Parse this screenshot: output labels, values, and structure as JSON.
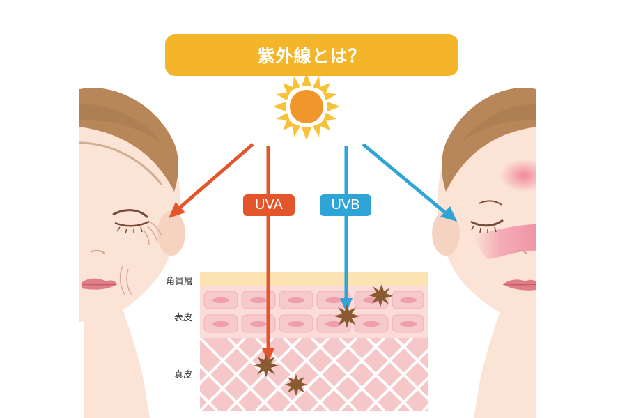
{
  "title": "紫外線とは？",
  "rays": {
    "uva_label": "UVA",
    "uvb_label": "UVB"
  },
  "skin_layers": {
    "stratum_corneum": "角質層",
    "epidermis": "表皮",
    "dermis": "真皮"
  },
  "colors": {
    "title_bg": "#f5b52a",
    "uva": "#e4552c",
    "uvb": "#2fa4d6",
    "sun": "#f0962a",
    "sun_rays": "#f7c23a",
    "skin": "#fbe3d6",
    "hair": "#b7875a",
    "damage": "#8a5a32"
  },
  "icons": [
    "sun-icon",
    "woman-face-wrinkles",
    "woman-face-sunburn",
    "skin-cross-section"
  ]
}
